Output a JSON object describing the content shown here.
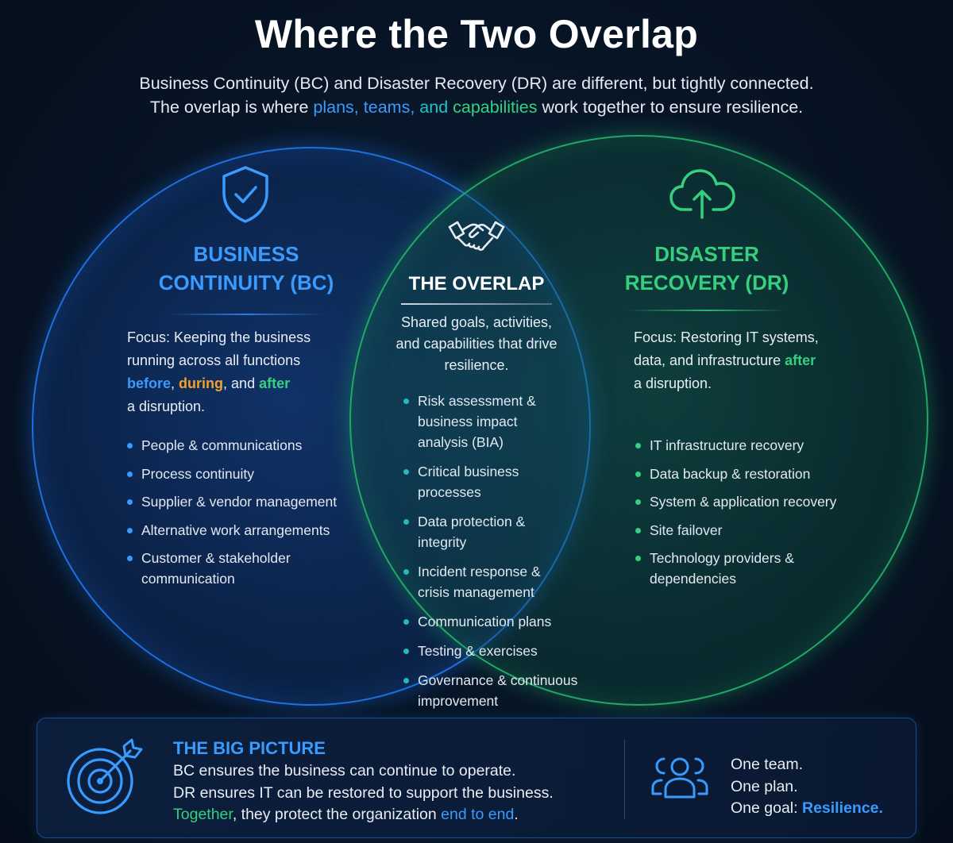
{
  "title": "Where the Two Overlap",
  "subtitle": {
    "line1": "Business Continuity (BC) and Disaster Recovery (DR) are different, but tightly connected.",
    "line2_prefix": "The overlap is where ",
    "line2_plans": "plans,",
    "line2_teams": "teams,",
    "line2_and": "and",
    "line2_capabilities": "capabilities",
    "line2_suffix": " work together to ensure resilience."
  },
  "bc": {
    "heading_line1": "BUSINESS",
    "heading_line2": "CONTINUITY (BC)",
    "icon": "shield-check-icon",
    "focus_line1": "Focus: Keeping the business",
    "focus_line2": "running across all functions",
    "focus_before": "before",
    "focus_comma": ",",
    "focus_during": "during",
    "focus_and": ", and",
    "focus_after": "after",
    "focus_line4": "a disruption.",
    "items": [
      "People & communications",
      "Process continuity",
      "Supplier & vendor management",
      "Alternative work arrangements",
      "Customer & stakeholder communication"
    ]
  },
  "overlap": {
    "heading": "THE OVERLAP",
    "icon": "handshake-icon",
    "description": "Shared goals, activities, and capabilities that drive resilience.",
    "items": [
      "Risk assessment & business impact analysis (BIA)",
      "Critical business processes",
      "Data protection & integrity",
      "Incident response & crisis management",
      "Communication plans",
      "Testing & exercises",
      "Governance & continuous improvement"
    ]
  },
  "dr": {
    "heading_line1": "DISASTER",
    "heading_line2": "RECOVERY (DR)",
    "icon": "cloud-upload-icon",
    "focus_line1": "Focus: Restoring IT systems,",
    "focus_line2_prefix": "data, and infrastructure ",
    "focus_after": "after",
    "focus_line3": "a disruption.",
    "items": [
      "IT infrastructure recovery",
      "Data backup & restoration",
      "System & application recovery",
      "Site failover",
      "Technology providers & dependencies"
    ]
  },
  "big_picture": {
    "icon": "target-arrow-icon",
    "title": "THE BIG PICTURE",
    "line1": "BC ensures the business can continue to operate.",
    "line2": "DR ensures IT can be restored to support the business.",
    "line3_together": "Together",
    "line3_middle": ", they protect the organization ",
    "line3_end": "end to end",
    "line3_period": "."
  },
  "team": {
    "icon": "team-icon",
    "line1": "One team.",
    "line2": "One plan.",
    "line3_prefix": "One goal: ",
    "line3_resilience": "Resilience."
  },
  "colors": {
    "bc_accent": "#3a9bff",
    "dr_accent": "#35d07f",
    "overlap_accent": "#1fc3c8",
    "orange": "#f2a12e",
    "background": "#071425"
  }
}
